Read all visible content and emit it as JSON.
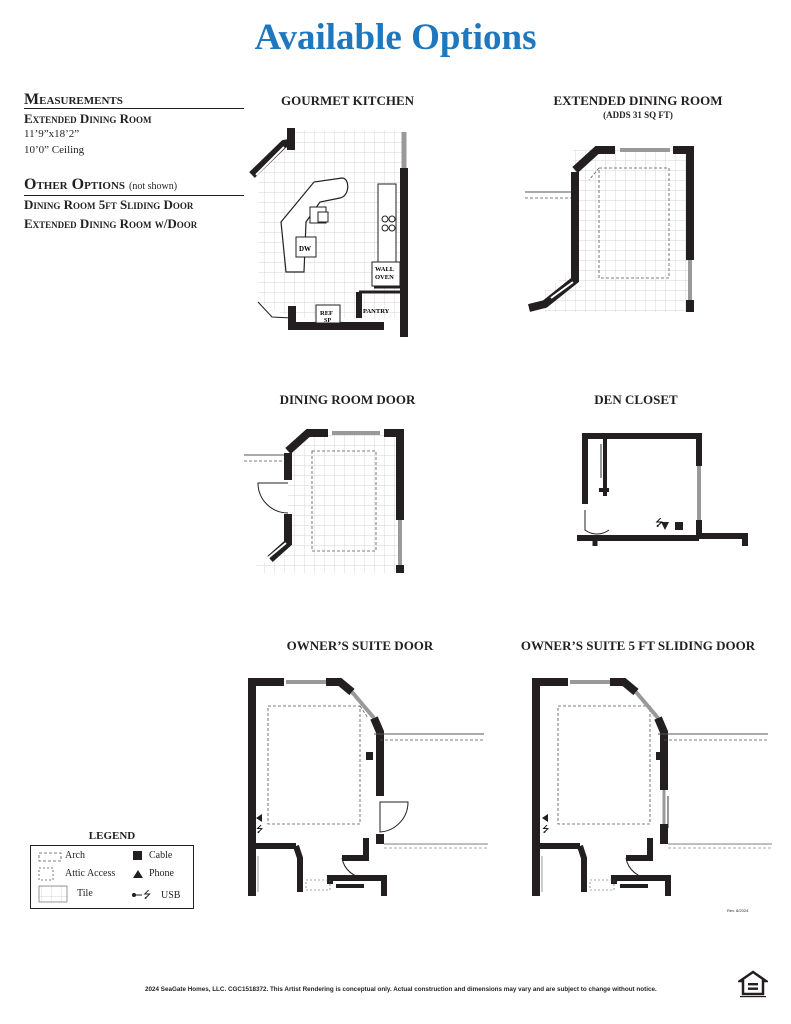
{
  "header": {
    "title": "Available Options"
  },
  "measurements": {
    "heading": "Measurements",
    "room": "Extended Dining Room",
    "size": "11’9”x18’2”",
    "ceiling": "10’0” Ceiling"
  },
  "other_options": {
    "heading": "Other Options",
    "note": "(not shown)",
    "items": [
      "Dining Room 5ft Sliding Door",
      "Extended Dining Room w/Door"
    ]
  },
  "plans": [
    {
      "label": "GOURMET KITCHEN"
    },
    {
      "label": "EXTENDED DINING ROOM",
      "sub": "(ADDS 31 SQ FT)"
    },
    {
      "label": "DINING ROOM DOOR"
    },
    {
      "label": "DEN CLOSET"
    },
    {
      "label": "OWNER’S SUITE DOOR"
    },
    {
      "label": "OWNER’S SUITE 5 FT SLIDING DOOR"
    }
  ],
  "kitchen_labels": {
    "dw": "DW",
    "wall": "WALL",
    "oven": "OVEN",
    "ref": "REF",
    "sp": "SP",
    "pantry": "PANTRY"
  },
  "legend": {
    "title": "LEGEND",
    "arch": "Arch",
    "cable": "Cable",
    "attic": "Attic Access",
    "phone": "Phone",
    "tile": "Tile",
    "usb": "USB"
  },
  "revision": "Rev. 8/2024",
  "footer": {
    "disclaimer": "2024 SeaGate Homes, LLC. CGC1518372.  This Artist Rendering is conceptual only. Actual construction and dimensions may vary and are subject to change without notice."
  },
  "colors": {
    "title": "#1f78bd",
    "wall": "#231f20",
    "tile_grid": "#c8c8c8"
  }
}
